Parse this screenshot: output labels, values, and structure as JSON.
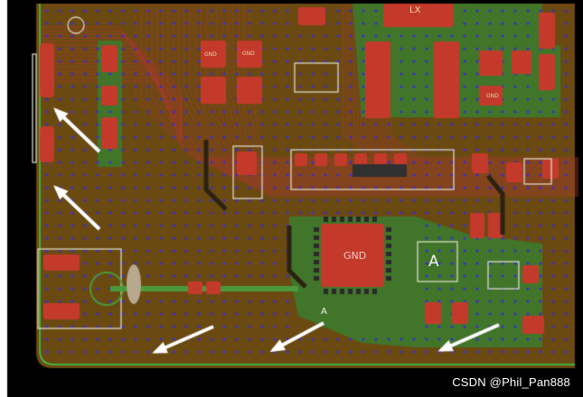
{
  "board": {
    "labels": {
      "lx": "LX",
      "gnd_pad_1": "GND",
      "gnd_pad_2": "GND",
      "gnd_pad_3": "GND",
      "gnd_center": "GND",
      "marker_a_large": "A",
      "marker_a_small": "A"
    },
    "colors": {
      "outer_background": "#000000",
      "board_fill": "#6b4a12",
      "ground_pour": "#3d7a2e",
      "pad_red": "#c43a2a",
      "trace_red": "#a53a2c",
      "silkscreen": "#d9d9c8",
      "via_dot": "#3a2fd0",
      "edge_line": "#38d050",
      "arrow": "#ffffff"
    },
    "icons": [
      "white-arrow-icon"
    ]
  },
  "watermark": {
    "text": "CSDN @Phil_Pan888"
  }
}
